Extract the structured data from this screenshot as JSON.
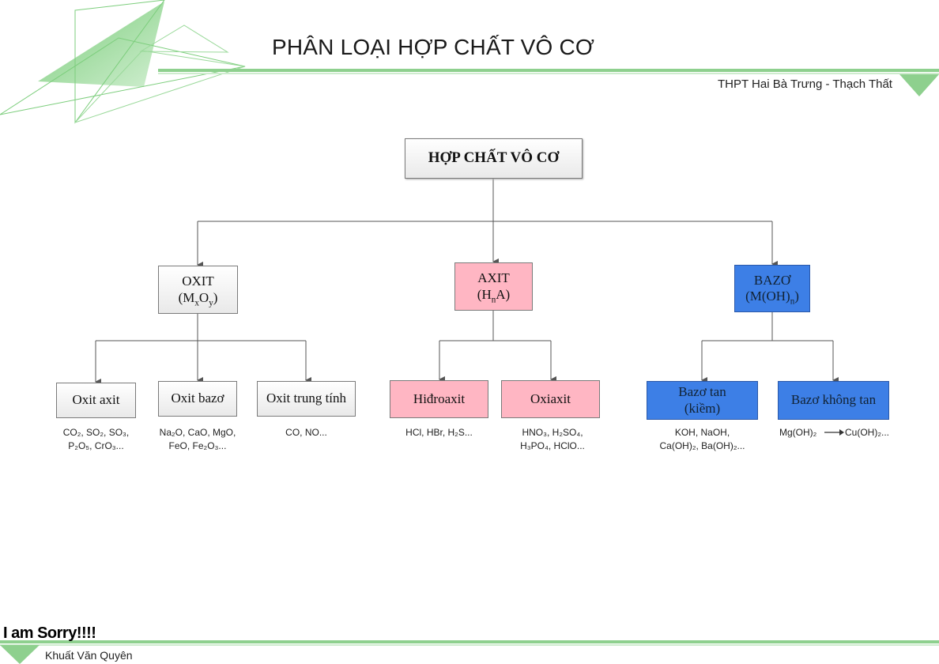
{
  "header": {
    "title": "PHÂN LOẠI HỢP CHẤT VÔ CƠ",
    "school": "THPT Hai Bà Trưng - Thạch Thất"
  },
  "diagram": {
    "root": "HỢP CHẤT VÔ CƠ",
    "oxit": {
      "label": "OXIT",
      "formula": [
        "(M",
        "x",
        "O",
        "y",
        ")"
      ]
    },
    "axit": {
      "label": "AXIT",
      "formula": [
        "(H",
        "n",
        "A)"
      ]
    },
    "bazo": {
      "label": "BAZƠ",
      "formula": [
        "(M(OH)",
        "n",
        ")"
      ]
    },
    "oxit_axit": {
      "label": "Oxit axit",
      "examples": [
        "CO₂, SO₂, SO₃,",
        "P₂O₅, CrO₃..."
      ]
    },
    "oxit_bazo": {
      "label": "Oxit bazơ",
      "examples": [
        "Na₂O, CaO, MgO,",
        "FeO, Fe₂O₃..."
      ]
    },
    "oxit_trung_tinh": {
      "label": "Oxit trung tính",
      "examples": [
        "CO, NO..."
      ]
    },
    "hidroaxit": {
      "label": "Hiđroaxit",
      "examples": [
        "HCl, HBr, H₂S..."
      ]
    },
    "oxiaxit": {
      "label": "Oxiaxit",
      "examples": [
        "HNO₃, H₂SO₄,",
        "H₃PO₄, HClO..."
      ]
    },
    "bazo_tan": {
      "label": "Bazơ tan",
      "sublabel": "(kiềm)",
      "examples": [
        "KOH, NaOH,",
        "Ca(OH)₂, Ba(OH)₂..."
      ]
    },
    "bazo_khong_tan": {
      "label": "Bazơ không tan",
      "examples": [
        "Mg(OH)₂",
        "Cu(OH)₂..."
      ]
    }
  },
  "footer": {
    "banner": "I am Sorry!!!!",
    "author": "Khuất Văn Quyên"
  },
  "colors": {
    "accent_green": "#8ed08e",
    "acid_pink": "#ffb6c3",
    "base_blue": "#3d7fe6",
    "neutral_gray": "#ececec"
  }
}
